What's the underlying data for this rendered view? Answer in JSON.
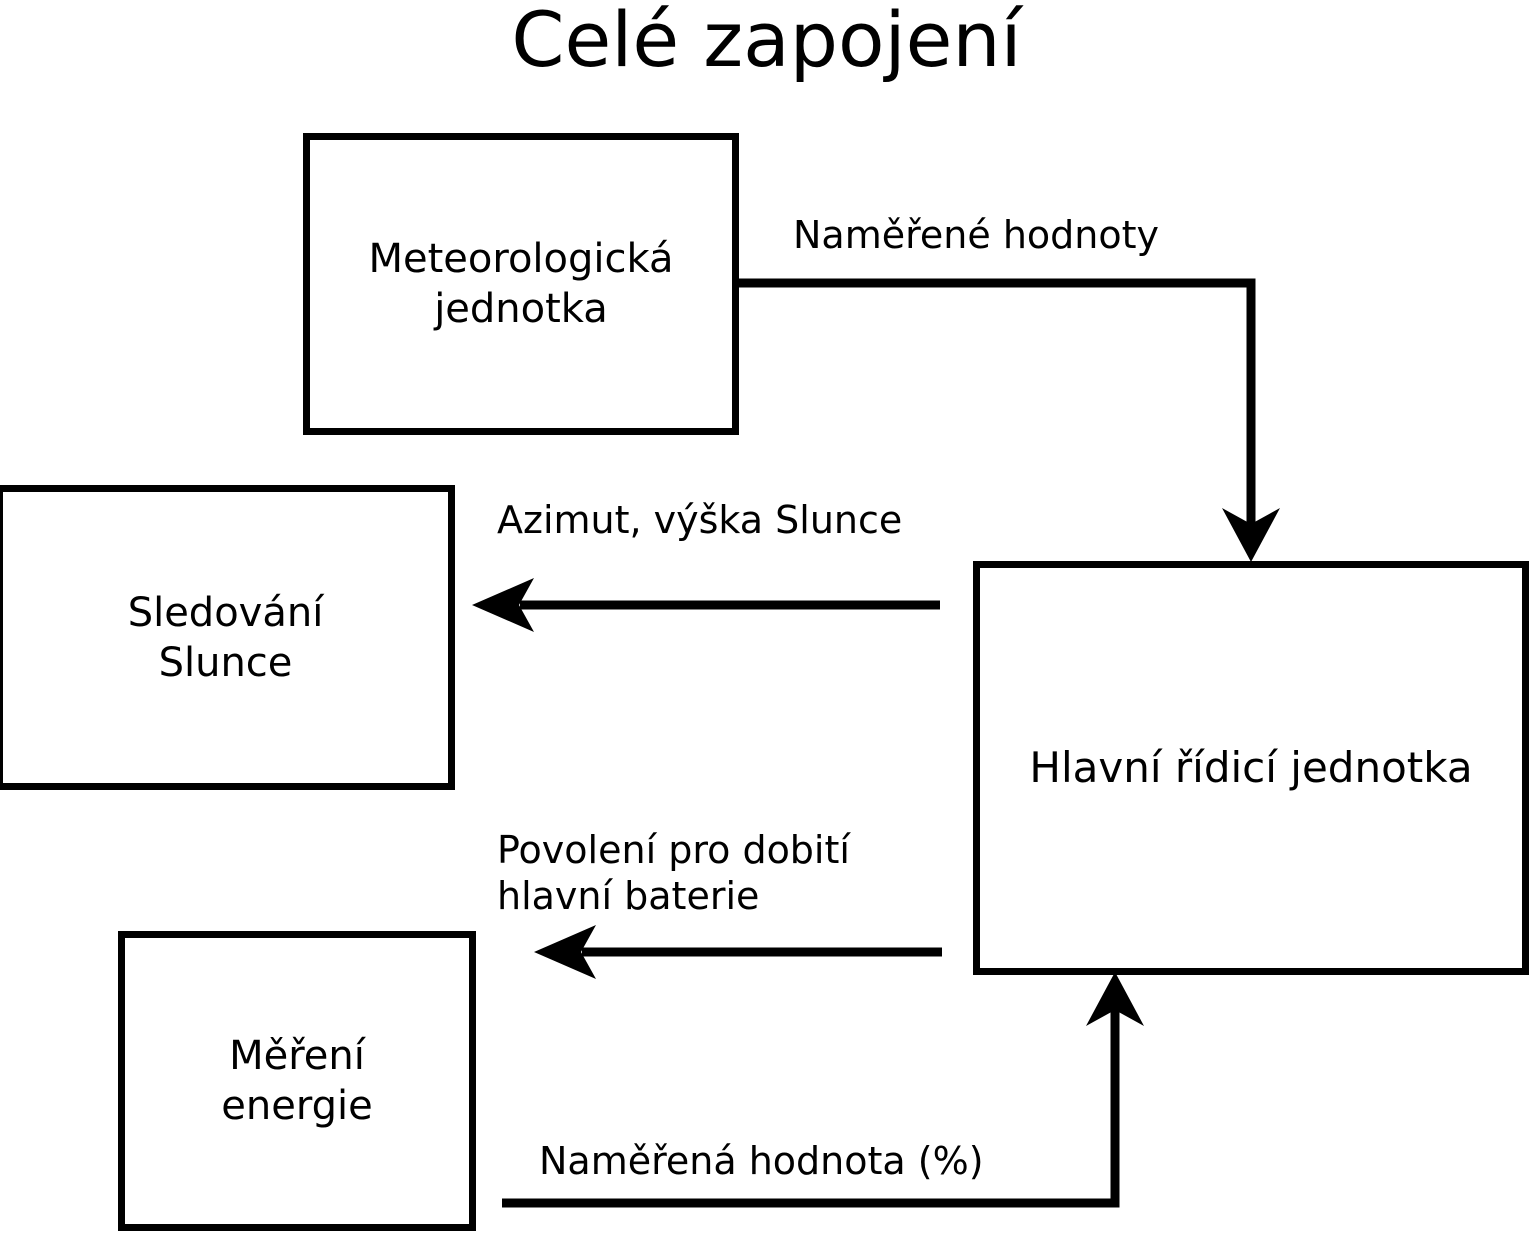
{
  "title": "Celé zapojení",
  "nodes": [
    {
      "id": "meteo",
      "label": "Meteorologická\njednotka"
    },
    {
      "id": "sun",
      "label": "Sledování\nSlunce"
    },
    {
      "id": "main",
      "label": "Hlavní řídicí jednotka"
    },
    {
      "id": "energy",
      "label": "Měření\nenergie"
    }
  ],
  "edges": [
    {
      "id": "meteo-to-main",
      "label": "Naměřené hodnoty",
      "from": "meteo",
      "to": "main",
      "direction": "down"
    },
    {
      "id": "main-to-sun",
      "label": "Azimut, výška Slunce",
      "from": "main",
      "to": "sun",
      "direction": "left"
    },
    {
      "id": "main-to-energy",
      "label": "Povolení pro dobití\nhlavní baterie",
      "from": "main",
      "to": "energy",
      "direction": "left"
    },
    {
      "id": "energy-to-main",
      "label": "Naměřená hodnota (%)",
      "from": "energy",
      "to": "main",
      "direction": "up"
    }
  ],
  "colors": {
    "stroke": "#000000",
    "background": "#ffffff",
    "text": "#000000"
  }
}
